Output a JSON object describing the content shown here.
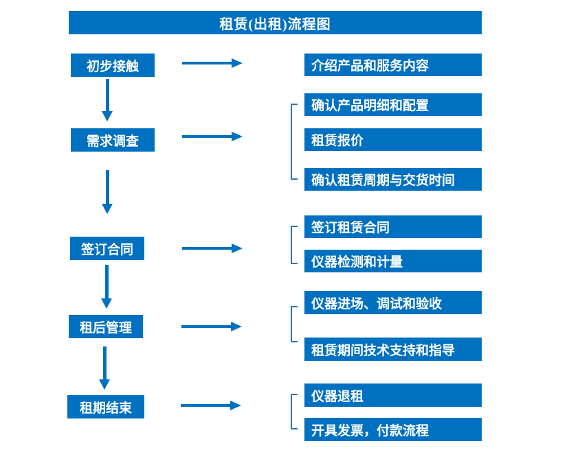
{
  "title": "租赁(出租)流程图",
  "colors": {
    "primary_blue": "#0070C0",
    "bracket_blue": "#2E74B5",
    "text": "#FFFFFF",
    "background": "#FFFFFF"
  },
  "steps": [
    {
      "label": "初步接触",
      "details": [
        "介绍产品和服务内容"
      ]
    },
    {
      "label": "需求调查",
      "details": [
        "确认产品明细和配置",
        "租赁报价",
        "确认租赁周期与交货时间"
      ]
    },
    {
      "label": "签订合同",
      "details": [
        "签订租赁合同",
        "仪器检测和计量"
      ]
    },
    {
      "label": "租后管理",
      "details": [
        "仪器进场、调试和验收",
        "租赁期间技术支持和指导"
      ]
    },
    {
      "label": "租期结束",
      "details": [
        "仪器退租",
        "开具发票，付款流程"
      ]
    }
  ]
}
